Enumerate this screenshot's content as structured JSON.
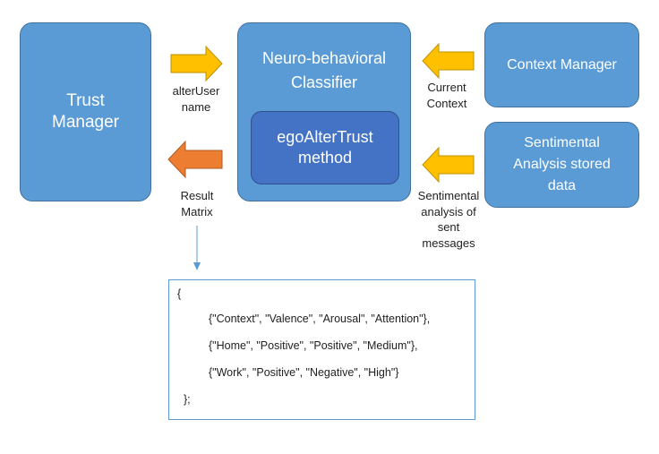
{
  "nodes": {
    "trust_manager": "Trust\nManager",
    "classifier": "Neuro-behavioral\nClassifier",
    "method": "egoAlterTrust\nmethod",
    "context_manager": "Context Manager",
    "sentimental_data": "Sentimental\nAnalysis stored\ndata"
  },
  "edges": {
    "alter_user": "alterUser\nname",
    "current_context": "Current\nContext",
    "result_matrix": "Result\nMatrix",
    "sentimental_analysis": "Sentimental\nanalysis of\nsent messages"
  },
  "result": {
    "open": "{",
    "rows": [
      "{\"Context\", \"Valence\", \"Arousal\", \"Attention\"},",
      "{\"Home\", \"Positive\", \"Positive\", \"Medium\"},",
      "{\"Work\", \"Positive\", \"Negative\", \"High\"}"
    ],
    "close": "};"
  },
  "colors": {
    "box": "#5b9bd5",
    "method_box": "#4472c4",
    "input_arrow": "#ffc000",
    "output_arrow": "#ed7d31",
    "connector": "#5b9bd5"
  }
}
